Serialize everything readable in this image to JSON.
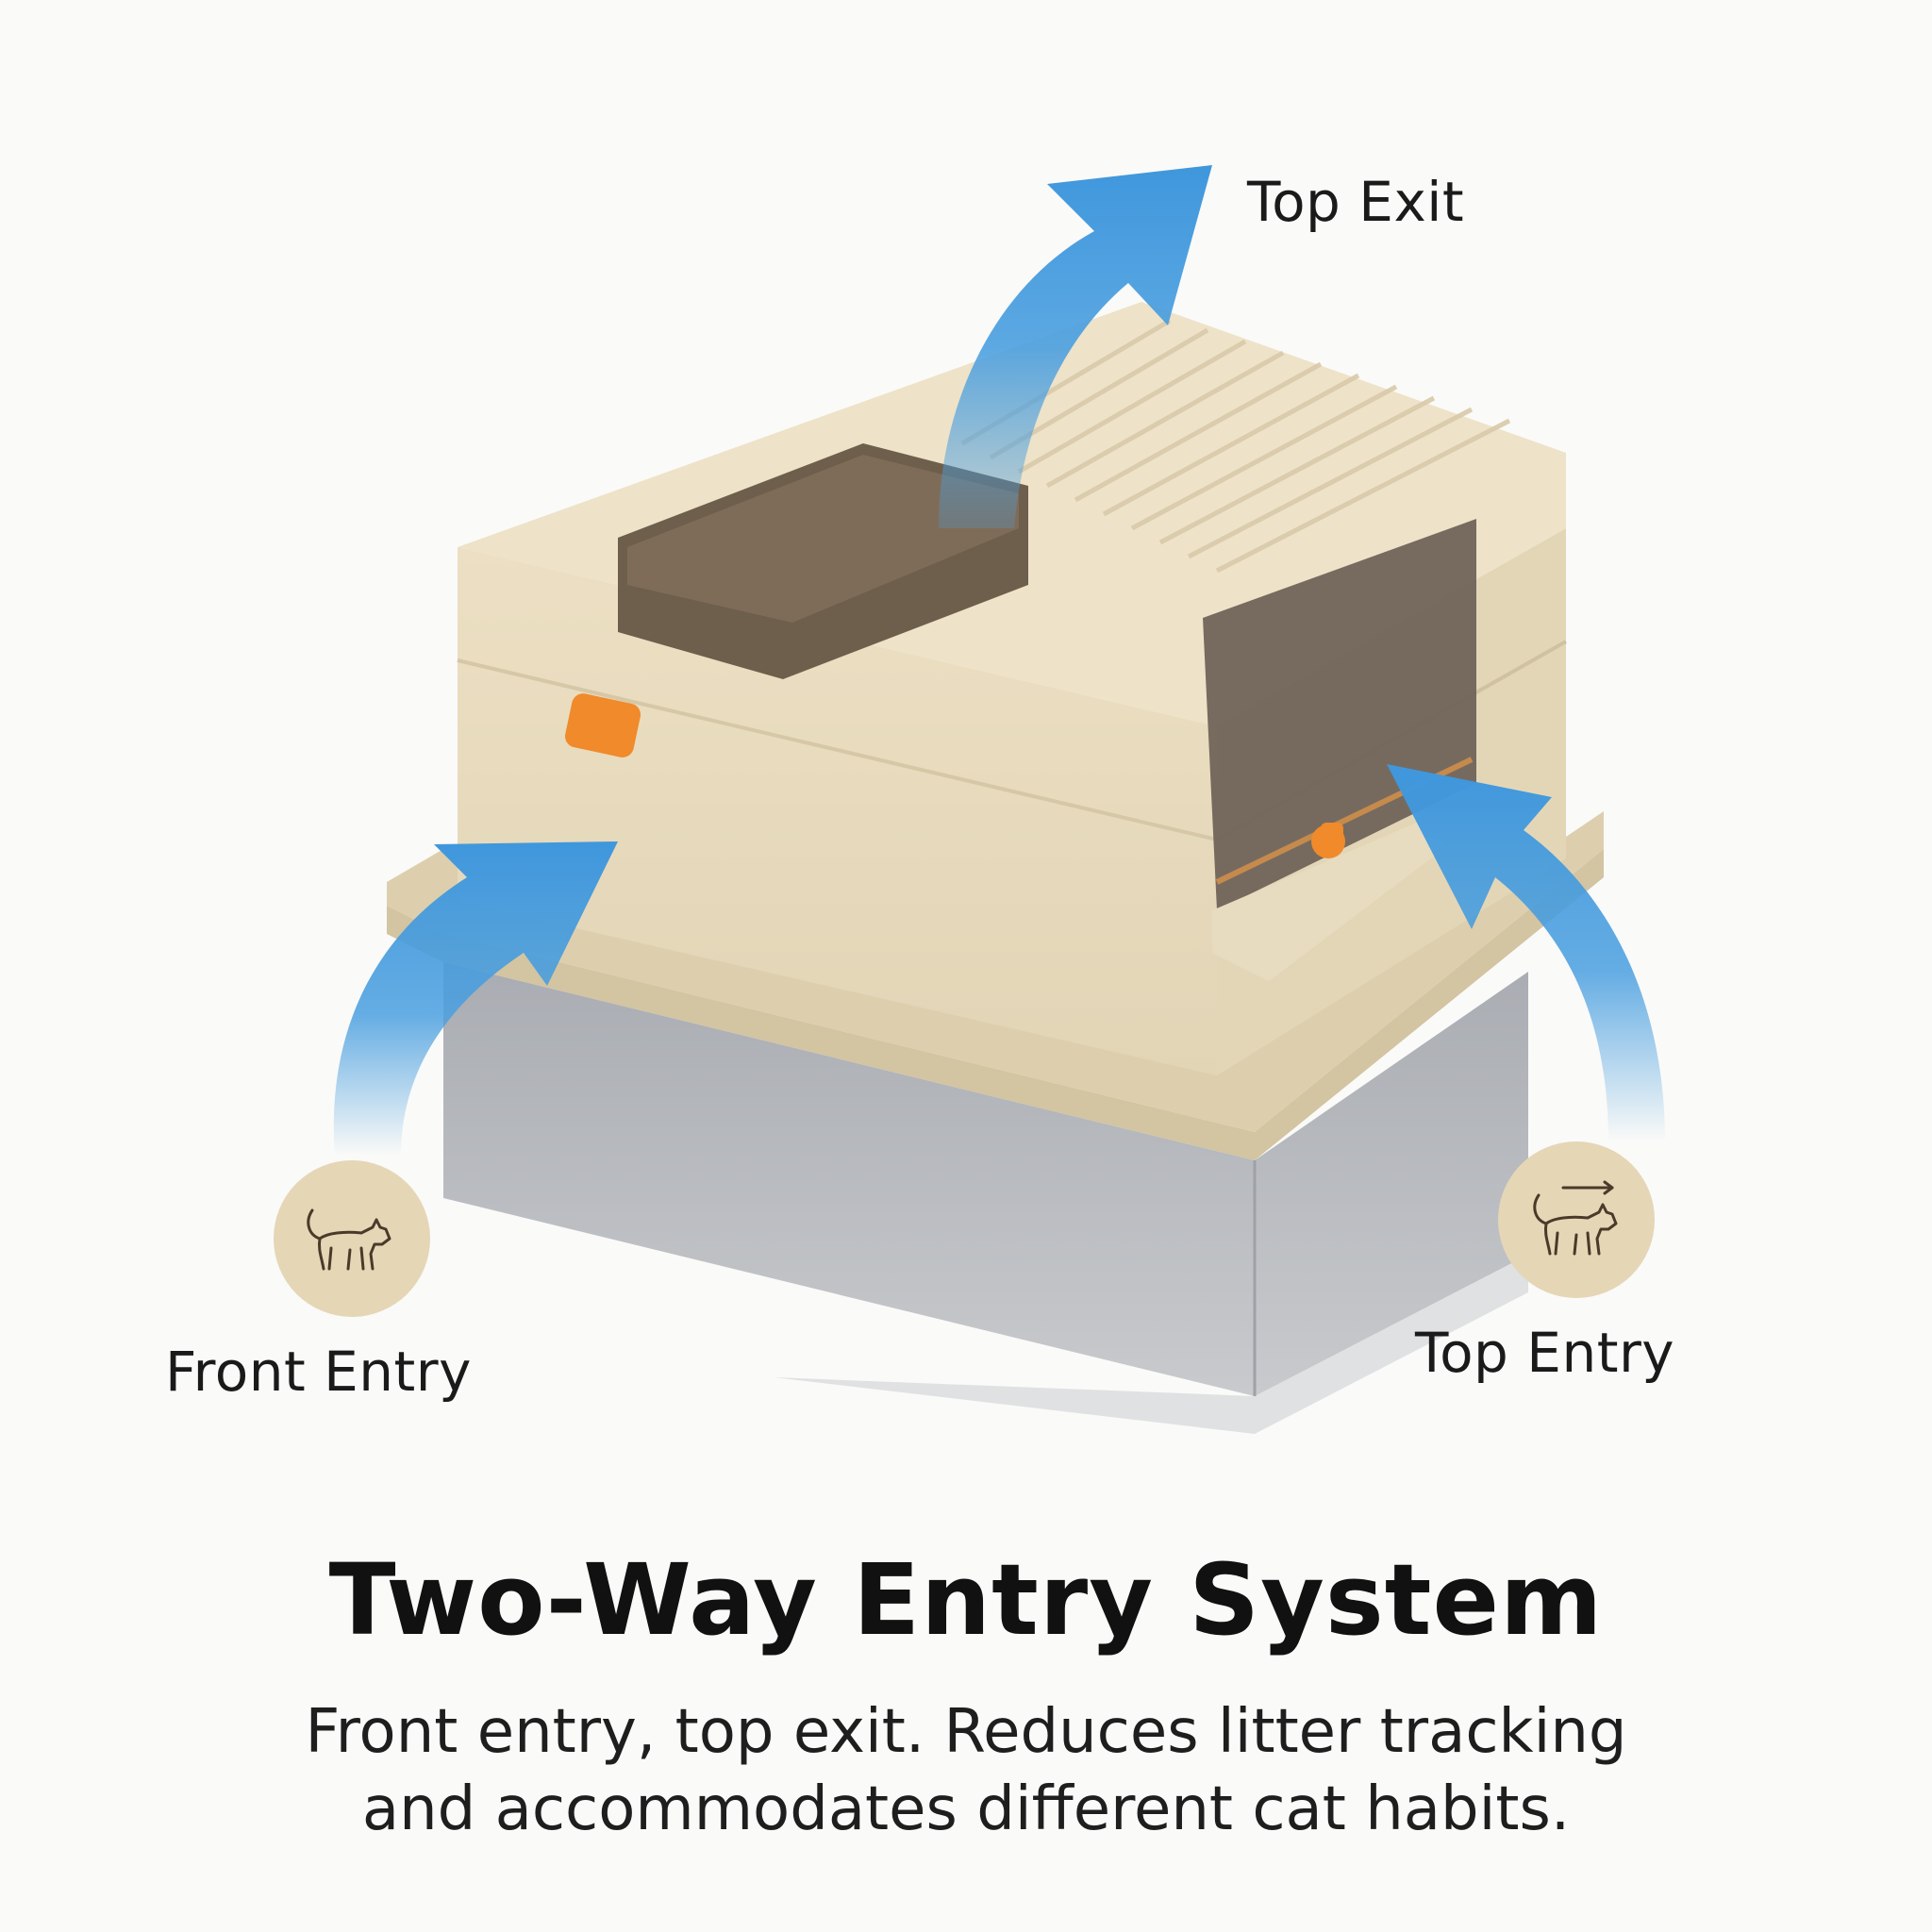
{
  "labels": {
    "top_exit": "Top Exit",
    "front_entry": "Front Entry",
    "top_entry": "Top Entry"
  },
  "headline": "Two-Way Entry System",
  "description": {
    "line1": "Front entry, top exit. Reduces litter tracking",
    "line2": "and accommodates different cat habits."
  },
  "icons": {
    "front_entry": "cat-walking-icon",
    "top_entry": "cat-arrow-icon"
  },
  "colors": {
    "arrow": "#4a9fe0",
    "lid": "#e6dcc0",
    "tray": "#b9bcc2",
    "badge": "#e5d6b6",
    "latch": "#f08a2a"
  }
}
